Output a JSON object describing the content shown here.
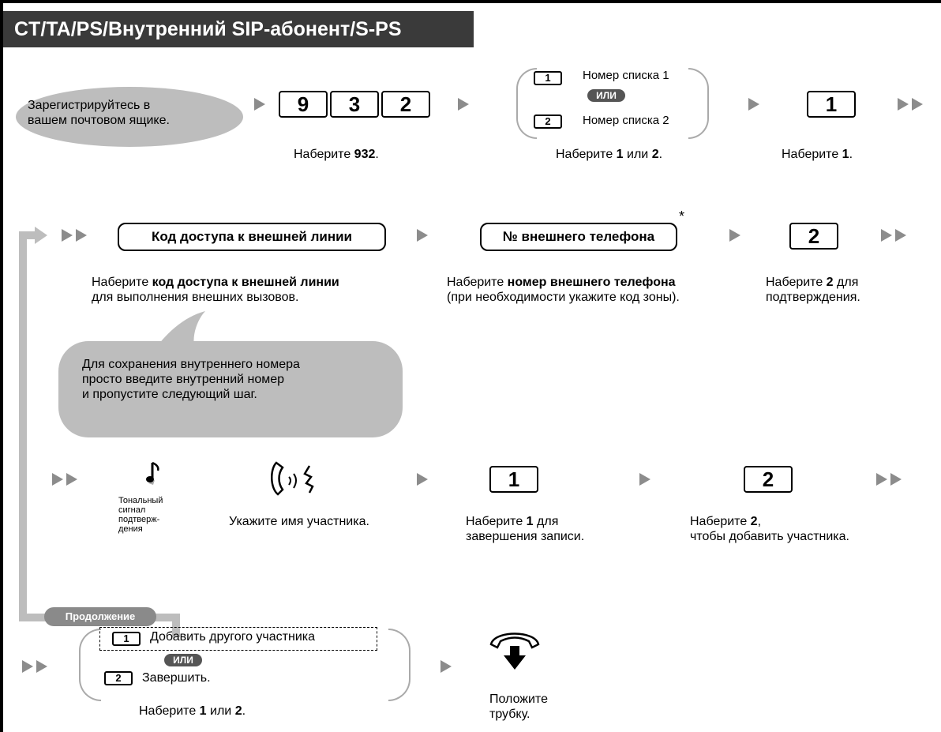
{
  "title": "CT/TA/PS/Внутренний SIP-абонент/S-PS",
  "row1": {
    "login_bubble": [
      "Зарегистрируйтесь в",
      "вашем почтовом ящике."
    ],
    "keys_932": [
      "9",
      "3",
      "2"
    ],
    "dial_932": {
      "prefix": "Наберите ",
      "bold": "932",
      "suffix": "."
    },
    "list_opt1_key": "1",
    "list_opt1_label": "Номер списка 1",
    "or_label": "ИЛИ",
    "list_opt2_key": "2",
    "list_opt2_label": "Номер списка 2",
    "dial_12": {
      "prefix": "Наберите ",
      "b1": "1",
      "mid": " или ",
      "b2": "2",
      "suffix": "."
    },
    "key_1": "1",
    "dial_1": {
      "prefix": "Наберите ",
      "bold": "1",
      "suffix": "."
    }
  },
  "row2": {
    "access_code_pill": "Код доступа к внешней линии",
    "access_desc": {
      "prefix": "Наберите ",
      "bold": "код доступа к внешней линии",
      "line2": "для выполнения внешних вызовов."
    },
    "phone_pill": "№ внешнего телефона",
    "asterisk": "*",
    "phone_desc": {
      "prefix": "Наберите ",
      "bold": "номер внешнего телефона",
      "line2": "(при необходимости укажите код зоны)."
    },
    "key_2": "2",
    "confirm_desc": {
      "prefix": "Наберите ",
      "bold": "2",
      "suffix": " для",
      "line2": "подтверждения."
    },
    "note_bubble": [
      "Для сохранения внутреннего номера",
      "просто введите внутренний номер",
      "и пропустите следующий шаг."
    ]
  },
  "row3": {
    "tone_label": [
      "Тональный",
      "сигнал",
      "подтверж-",
      "дения"
    ],
    "speak_desc": "Укажите имя участника.",
    "key_1": "1",
    "end_rec": {
      "prefix": "Наберите ",
      "bold": "1",
      "suffix": " для",
      "line2": "завершения записи."
    },
    "key_2": "2",
    "add_member": {
      "prefix": "Наберите ",
      "bold": "2",
      "suffix": ",",
      "line2": "чтобы добавить участника."
    }
  },
  "row4": {
    "continue_label": "Продолжение",
    "opt1_key": "1",
    "opt1_label": "Добавить другого участника",
    "or_label": "ИЛИ",
    "opt2_key": "2",
    "opt2_label": "Завершить.",
    "dial_12": {
      "prefix": "Наберите ",
      "b1": "1",
      "mid": " или ",
      "b2": "2",
      "suffix": "."
    },
    "hangup": [
      "Положите",
      "трубку."
    ]
  },
  "colors": {
    "title_bg": "#3a3a3a",
    "bubble": "#bdbdbd",
    "arrow": "#8c8c8c",
    "or_pill": "#555555"
  }
}
